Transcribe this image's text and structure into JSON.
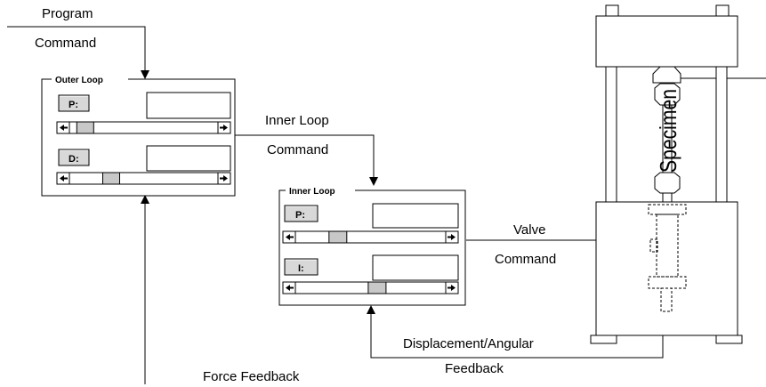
{
  "labels": {
    "program": "Program",
    "command_1": "Command",
    "inner_loop_command_1": "Inner Loop",
    "inner_loop_command_2": "Command",
    "valve_1": "Valve",
    "valve_2": "Command",
    "displacement_1": "Displacement/Angular",
    "displacement_2": "Feedback",
    "force_feedback": "Force Feedback",
    "specimen": "Specimen"
  },
  "outer_panel": {
    "title": "Outer Loop",
    "p_button": "P:",
    "d_button": "D:",
    "p_value": "",
    "d_value": "",
    "p_slider_fraction": 0.05,
    "d_slider_fraction": 0.25
  },
  "inner_panel": {
    "title": "Inner Loop",
    "p_button": "P:",
    "i_button": "I:",
    "p_value": "",
    "i_value": "",
    "p_slider_fraction": 0.25,
    "i_slider_fraction": 0.55
  },
  "icons": {
    "left_arrow": "left-arrow-icon",
    "right_arrow": "right-arrow-icon"
  }
}
